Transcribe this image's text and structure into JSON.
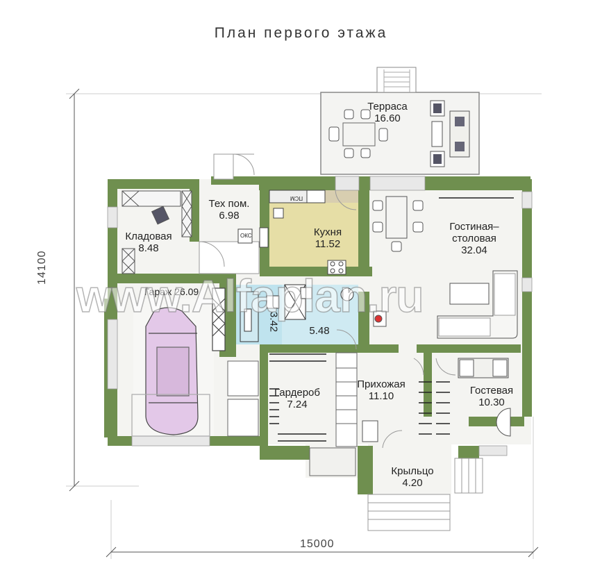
{
  "title": "План первого этажа",
  "dimensions": {
    "height": "14100",
    "width": "15000"
  },
  "watermark": "www.Alfaplan.ru",
  "rooms": {
    "terrace": {
      "name": "Терраса",
      "area": "16.60"
    },
    "tech": {
      "name": "Тех пом.",
      "area": "6.98"
    },
    "pantry": {
      "name": "Кладовая",
      "area": "8.48"
    },
    "kitchen": {
      "name": "Кухня",
      "area": "11.52"
    },
    "living": {
      "name": "Гостиная–",
      "name2": "столовая",
      "area": "32.04"
    },
    "garage": {
      "name": "Гараж",
      "area": "26.09"
    },
    "bath": {
      "area": "3.42"
    },
    "hall": {
      "area": "5.48"
    },
    "wardrobe": {
      "name": "Гардероб",
      "area": "7.24"
    },
    "entry": {
      "name": "Прихожая",
      "area": "11.10"
    },
    "guest": {
      "name": "Гостевая",
      "area": "10.30"
    },
    "porch": {
      "name": "Крыльцо",
      "area": "4.20"
    }
  },
  "appliances": {
    "dishwasher": "ПСМ",
    "washer": "ОКС"
  },
  "colors": {
    "wall": "#6f8f4f",
    "floor": "#f3f3f1",
    "kitchen": "#e6dea6",
    "bath": "#bfe3ee",
    "garage_car": "#e3c8e8"
  }
}
